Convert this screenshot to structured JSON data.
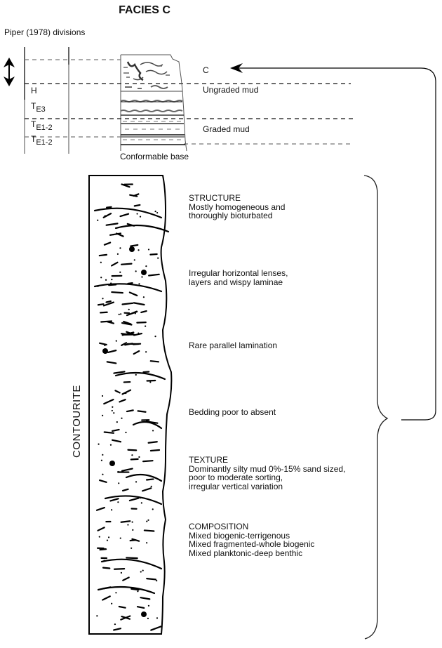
{
  "title": "FACIES C",
  "subtitle": "Piper (1978) divisions",
  "divisions": [
    {
      "main": "H",
      "sub": ""
    },
    {
      "main": "T",
      "sub": "E3"
    },
    {
      "main": "T",
      "sub": "E1-2"
    },
    {
      "main": "T",
      "sub": "E1-2"
    }
  ],
  "top_log_labels": {
    "c": "C",
    "ungraded": "Ungraded mud",
    "graded": "Graded mud",
    "base": "Conformable base"
  },
  "column_label": "CONTOURITE",
  "descriptions": {
    "structure": {
      "heading": "STRUCTURE",
      "lines": [
        "Mostly homogeneous and",
        "thoroughly bioturbated"
      ]
    },
    "lenses": [
      "Irregular horizontal lenses,",
      "layers and wispy laminae"
    ],
    "lamination": "Rare parallel lamination",
    "bedding": "Bedding poor to absent",
    "texture": {
      "heading": "TEXTURE",
      "lines": [
        "Dominantly silty mud 0%-15% sand sized,",
        "poor to moderate sorting,",
        "irregular vertical variation"
      ]
    },
    "composition": {
      "heading": "COMPOSITION",
      "lines": [
        "Mixed biogenic-terrigenous",
        "Mixed fragmented-whole biogenic",
        "Mixed planktonic-deep benthic"
      ]
    }
  },
  "icons": {
    "double_arrow": "vertical-double-arrow",
    "pointer_arrow": "left-arrow",
    "brace": "right-curly-brace"
  }
}
